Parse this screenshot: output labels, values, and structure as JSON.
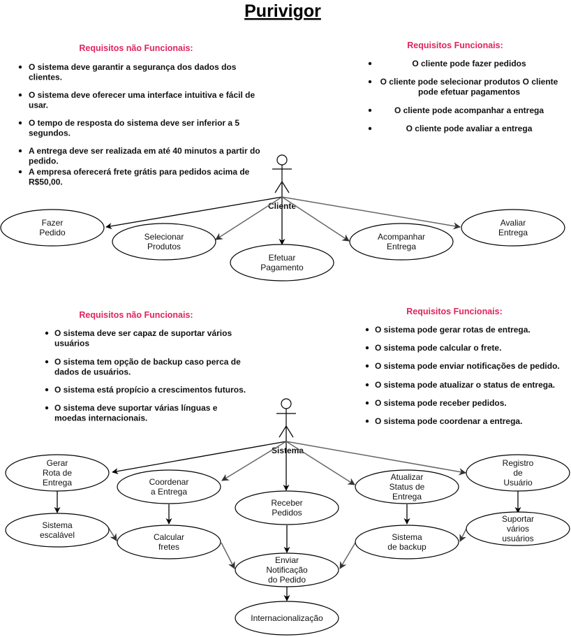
{
  "title": "Purivigor",
  "cliente_section": {
    "nonfunc_title": "Requisitos não Funcionais:",
    "nonfunc_items": [
      [
        "O sistema deve garantir a segurança dos dados dos",
        "clientes."
      ],
      [
        "O sistema deve oferecer uma interface intuitiva e fácil de",
        "usar."
      ],
      [
        "O tempo de resposta do sistema deve ser inferior a 5",
        "segundos."
      ],
      [
        "A entrega deve ser realizada em até 40 minutos a partir do",
        "pedido."
      ],
      [
        " A empresa oferecerá frete grátis para pedidos acima de",
        "R$50,00."
      ]
    ],
    "func_title": "Requisitos Funcionais:",
    "func_items": [
      [
        "O cliente pode fazer pedidos"
      ],
      [
        "O cliente pode selecionar produtos O cliente",
        "pode efetuar pagamentos"
      ],
      [
        "O cliente pode acompanhar a entrega"
      ],
      [
        "O cliente pode avaliar a entrega"
      ]
    ],
    "actor": "Cliente",
    "use_cases": {
      "fazer": [
        "Fazer",
        "Pedido"
      ],
      "selecionar": [
        "Selecionar",
        "Produtos"
      ],
      "efetuar": [
        "Efetuar",
        "Pagamento"
      ],
      "acompanhar": [
        "Acompanhar",
        "Entrega"
      ],
      "avaliar": [
        "Avaliar",
        "Entrega"
      ]
    }
  },
  "sistema_section": {
    "nonfunc_title": "Requisitos não Funcionais:",
    "nonfunc_items": [
      [
        "O sistema deve ser capaz de suportar vários",
        "usuários"
      ],
      [
        "O sistema tem opção de backup caso perca de",
        "dados de usuários."
      ],
      [
        "O sistema está propício a crescimentos futuros."
      ],
      [
        "O sistema deve suportar várias línguas e",
        "moedas internacionais."
      ]
    ],
    "func_title": "Requisitos Funcionais:",
    "func_items": [
      [
        "O sistema pode gerar rotas de entrega."
      ],
      [
        "O sistema pode calcular o frete."
      ],
      [
        "O sistema pode enviar notificações de pedido."
      ],
      [
        "O sistema pode atualizar o status de entrega."
      ],
      [
        "O sistema pode receber pedidos."
      ],
      [
        "O sistema pode coordenar a entrega."
      ]
    ],
    "actor": "Sistema",
    "use_cases": {
      "gerar": [
        "Gerar",
        "Rota de",
        "Entrega"
      ],
      "escalavel": [
        "Sistema",
        "escalável"
      ],
      "coordenar": [
        "Coordenar",
        "a Entrega"
      ],
      "calcular": [
        "Calcular",
        "fretes"
      ],
      "receber": [
        "Receber",
        "Pedidos"
      ],
      "enviar": [
        "Enviar",
        "Notificação",
        "do Pedido"
      ],
      "internacionalizacao": [
        "Internacionalização"
      ],
      "atualizar": [
        "Atualizar",
        "Status de",
        "Entrega"
      ],
      "backup": [
        "Sistema",
        "de backup"
      ],
      "registro": [
        "Registro",
        "de",
        "Usuário"
      ],
      "suportar": [
        "Suportar",
        "vários",
        "usuários"
      ]
    }
  }
}
